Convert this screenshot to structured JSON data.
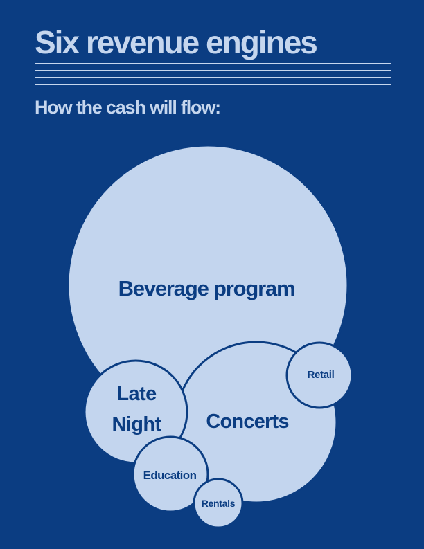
{
  "header": {
    "title": "Six revenue engines",
    "subtitle": "How the cash will flow:"
  },
  "colors": {
    "background": "#0b3d82",
    "bubble_fill": "#c3d5ee",
    "text_light": "#c5d6ee"
  },
  "engines": [
    {
      "id": "beverage",
      "label": "Beverage program"
    },
    {
      "id": "concerts",
      "label": "Concerts"
    },
    {
      "id": "late-night",
      "label_line1": "Late",
      "label_line2": "Night"
    },
    {
      "id": "retail",
      "label": "Retail"
    },
    {
      "id": "education",
      "label": "Education"
    },
    {
      "id": "rentals",
      "label": "Rentals"
    }
  ]
}
